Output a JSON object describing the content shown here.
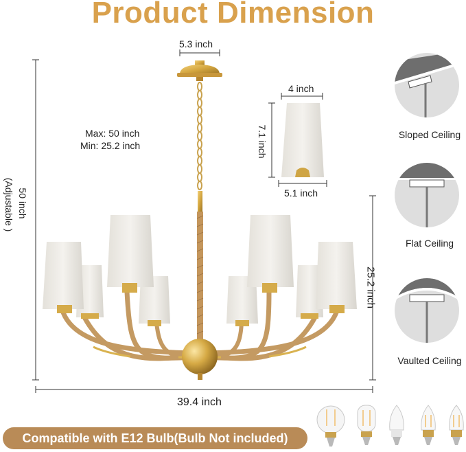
{
  "title": "Product Dimension",
  "dimensions": {
    "canopy_width": "5.3 inch",
    "chain_max": "Max: 50 inch",
    "chain_min": "Min: 25.2 inch",
    "overall_height": "50 inch",
    "adjustable": "(Adjustable )",
    "shade_top": "4 inch",
    "shade_height": "7.1 inch",
    "shade_bottom": "5.1 inch",
    "body_height": "25.2 inch",
    "overall_width": "39.4 inch"
  },
  "ceilings": [
    {
      "label": "Sloped Ceiling",
      "icon": "sloped-ceiling-icon"
    },
    {
      "label": "Flat Ceiling",
      "icon": "flat-ceiling-icon"
    },
    {
      "label": "Vaulted Ceiling",
      "icon": "vaulted-ceiling-icon"
    }
  ],
  "banner": "Compatible with E12 Bulb(Bulb Not included)",
  "bulbs": [
    "globe-bulb-icon",
    "tubular-bulb-icon",
    "candle-bulb-icon",
    "candle-filament-bulb-icon",
    "flame-tip-bulb-icon"
  ],
  "colors": {
    "title": "#d9a14d",
    "gold": "#d4a640",
    "rope": "#c49a62",
    "shade": "#ece9e3",
    "banner": "#b98b57"
  }
}
